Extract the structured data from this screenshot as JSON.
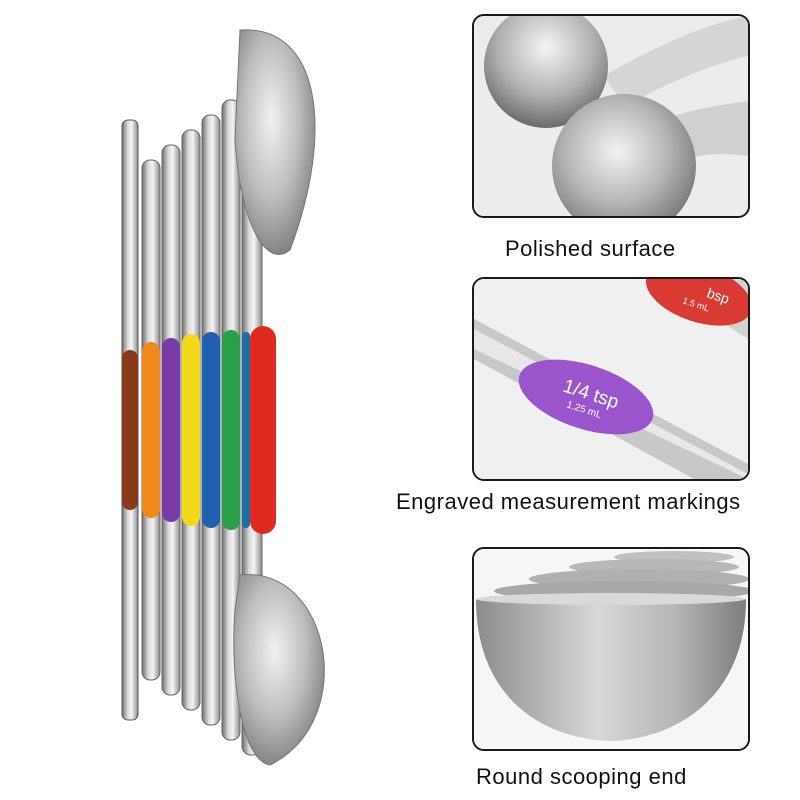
{
  "features": [
    {
      "caption": "Polished surface"
    },
    {
      "caption": "Engraved measurement markings",
      "label_main": "1/4 tsp",
      "label_sub": "1.25 mL",
      "label_partial_main": "bsp",
      "label_partial_sub": "1.5 mL"
    },
    {
      "caption": "Round scooping end"
    }
  ],
  "colors": {
    "band_brown": "#8a3a1a",
    "band_orange": "#f08a1c",
    "band_purple": "#7a3aa8",
    "band_yellow": "#f2d91a",
    "band_blue": "#1f5fb0",
    "band_green": "#2aa04a",
    "band_teal": "#1d6fa8",
    "band_red": "#e02a20",
    "label_purple": "#9a55cc",
    "label_red": "#d93a33"
  }
}
